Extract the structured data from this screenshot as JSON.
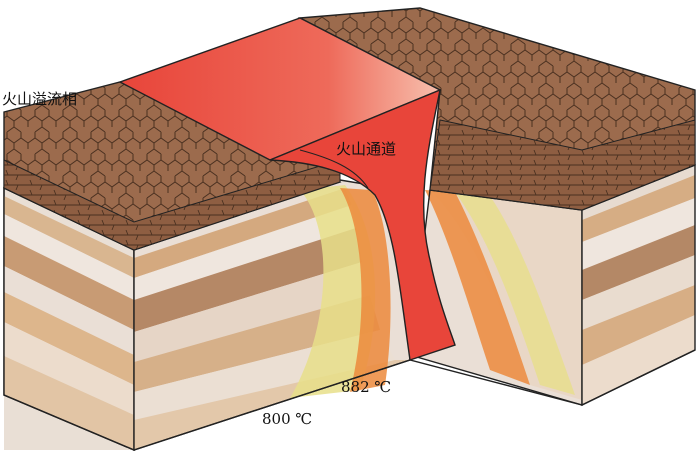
{
  "labels": {
    "overflow_facies": "火山溢流相",
    "volcanic_conduit": "火山通道",
    "temp_outer": "800 ℃",
    "temp_inner": "882 ℃"
  },
  "colors": {
    "lava": "#e8453a",
    "lava_light": "#f3a08a",
    "rock_top": "#9c6b4d",
    "rock_crack": "#4a3020",
    "band_dark": "#b18462",
    "band_mid": "#d8b693",
    "band_light": "#eadfd6",
    "band_tan": "#ddb58a",
    "halo_inner": "#ec8a3c",
    "halo_outer": "#e7df8a",
    "outline": "#222222"
  },
  "icons": [
    "layered-rock-block-diagram"
  ]
}
